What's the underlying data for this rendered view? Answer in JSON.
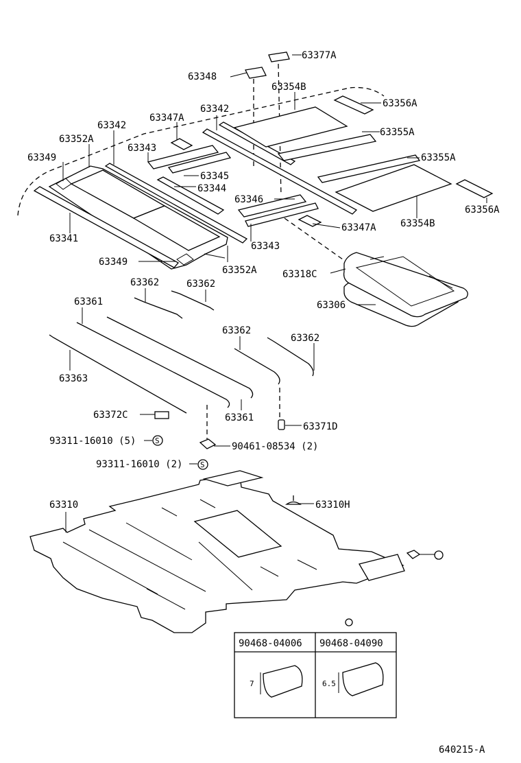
{
  "labels": {
    "p63377A": "63377A",
    "p63348": "63348",
    "p63354B_top": "63354B",
    "p63356A_top": "63356A",
    "p63347A_top": "63347A",
    "p63342_a": "63342",
    "p63355A_a": "63355A",
    "p63342_b": "63342",
    "p63352A_top": "63352A",
    "p63343_top": "63343",
    "p63349_top": "63349",
    "p63355A_b": "63355A",
    "p63345": "63345",
    "p63344": "63344",
    "p63346": "63346",
    "p63356A_bot": "63356A",
    "p63347A_bot": "63347A",
    "p63354B_bot": "63354B",
    "p63341": "63341",
    "p63343_bot": "63343",
    "p63349_bot": "63349",
    "p63352A_bot": "63352A",
    "p63318C": "63318C",
    "p63362_a": "63362",
    "p63362_b": "63362",
    "p63306": "63306",
    "p63361_top": "63361",
    "p63362_c": "63362",
    "p63362_d": "63362",
    "p63363": "63363",
    "p63372C": "63372C",
    "p63361_bot": "63361",
    "p63371D": "63371D",
    "p93311_5": "93311-16010 (5)",
    "p90461": "90461-08534 (2)",
    "p93311_2": "93311-16010 (2)",
    "p63310": "63310",
    "p63310H": "63310H",
    "col1": "90468-04006",
    "col2": "90468-04090",
    "dim1": "7",
    "dim2": "6.5",
    "code": "640215-A"
  },
  "symbols": {
    "screw_letter": "S"
  }
}
